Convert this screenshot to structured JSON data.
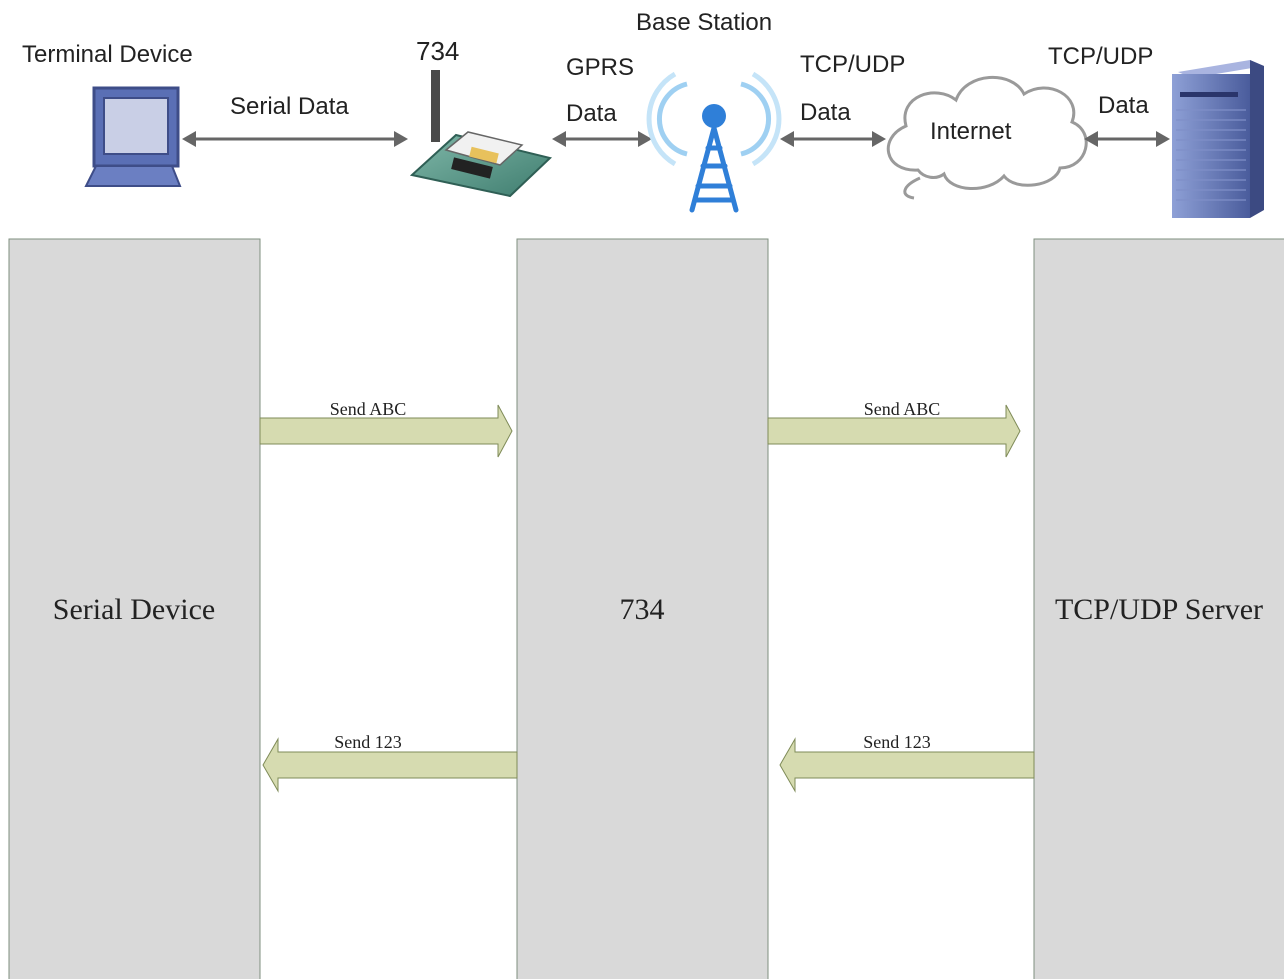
{
  "topology": {
    "terminal_label": "Terminal Device",
    "module_label": "734",
    "base_station_label": "Base Station",
    "link_serial": "Serial Data",
    "link_gprs_line1": "GPRS",
    "link_gprs_line2": "Data",
    "link_tcp1_line1": "TCP/UDP",
    "link_tcp1_line2": "Data",
    "cloud_label": "Internet",
    "link_tcp2_line1": "TCP/UDP",
    "link_tcp2_line2": "Data"
  },
  "sequence": {
    "lane_left": "Serial Device",
    "lane_middle": "734",
    "lane_right": "TCP/UDP Server",
    "msg_left_forward": "Send ABC",
    "msg_right_forward": "Send ABC",
    "msg_left_back": "Send 123",
    "msg_right_back": "Send 123"
  },
  "colors": {
    "lane_fill": "#d9d9d9",
    "lane_stroke": "#7f8f7f",
    "arrow_fill": "#d6dbb0",
    "arrow_stroke": "#7f8b58",
    "connector": "#666666",
    "device_blue": "#4b5fa6",
    "signal_blue": "#2f7fd8",
    "server_blue": "#5b6fb0"
  }
}
